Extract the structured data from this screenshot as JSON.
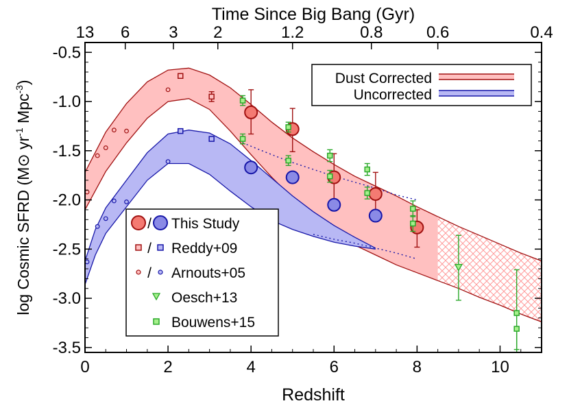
{
  "chart_data": {
    "type": "scatter",
    "top_axis_label": "Time Since Big Bang (Gyr)",
    "top_ticks": [
      {
        "label": "13",
        "z": 0.0
      },
      {
        "label": "6",
        "z": 0.97
      },
      {
        "label": "3",
        "z": 2.13
      },
      {
        "label": "2",
        "z": 3.2
      },
      {
        "label": "1.2",
        "z": 5.0
      },
      {
        "label": "0.8",
        "z": 6.9
      },
      {
        "label": "0.6",
        "z": 8.5
      },
      {
        "label": "0.4",
        "z": 11.0
      }
    ],
    "xlabel": "Redshift",
    "ylabel_parts": [
      "log Cosmic SFRD (M",
      "⊙",
      " yr",
      "-1",
      " Mpc",
      "-3",
      ")"
    ],
    "xlim": [
      0,
      11
    ],
    "ylim": [
      -3.55,
      -0.4
    ],
    "xticks": [
      0,
      2,
      4,
      6,
      8,
      10
    ],
    "xtick_labels": [
      "0",
      "2",
      "4",
      "6",
      "8",
      "10"
    ],
    "yticks": [
      -0.5,
      -1.0,
      -1.5,
      -2.0,
      -2.5,
      -3.0,
      -3.5
    ],
    "ytick_labels": [
      "-0.5",
      "-1.0",
      "-1.5",
      "-2.0",
      "-2.5",
      "-3.0",
      "-3.5"
    ],
    "colors": {
      "red_fill": "#ffc0c0",
      "red_line": "#a01010",
      "blue_fill": "#b8b8f4",
      "blue_line": "#1616a8",
      "green": "#2aa82a",
      "green_fill": "#a6f08c",
      "this_red_fill": "#f47a72",
      "this_blue_fill": "#8a8ae6",
      "hatch": "#ff9a9a"
    },
    "legend_top": {
      "entries": [
        {
          "label": "Dust Corrected",
          "color": "red"
        },
        {
          "label": "Uncorrected",
          "color": "blue"
        }
      ]
    },
    "legend_bottom": {
      "entries": [
        {
          "label": "This Study",
          "slash": "/"
        },
        {
          "label": "Reddy+09",
          "slash": "/"
        },
        {
          "label": "Arnouts+05",
          "slash": "/"
        },
        {
          "label": "Oesch+13",
          "slash": ""
        },
        {
          "label": "Bouwens+15",
          "slash": ""
        }
      ]
    },
    "bands": {
      "dust_corrected": {
        "x": [
          0,
          0.5,
          1,
          1.5,
          2,
          2.5,
          3,
          3.5,
          4,
          4.5,
          5,
          5.5,
          6,
          6.5,
          7,
          7.5,
          8,
          8.5
        ],
        "upper": [
          -1.72,
          -1.31,
          -1.02,
          -0.8,
          -0.68,
          -0.66,
          -0.73,
          -0.86,
          -1.03,
          -1.21,
          -1.37,
          -1.51,
          -1.64,
          -1.76,
          -1.86,
          -1.96,
          -2.07,
          -2.17
        ],
        "lower": [
          -2.1,
          -1.71,
          -1.42,
          -1.17,
          -1.0,
          -0.97,
          -1.08,
          -1.3,
          -1.54,
          -1.77,
          -1.98,
          -2.16,
          -2.33,
          -2.46,
          -2.56,
          -2.66,
          -2.74,
          -2.82
        ]
      },
      "extrapolation": {
        "x": [
          8.5,
          9,
          9.5,
          10,
          10.5,
          11
        ],
        "upper": [
          -2.17,
          -2.27,
          -2.36,
          -2.45,
          -2.54,
          -2.62
        ],
        "lower": [
          -2.82,
          -2.9,
          -2.99,
          -3.07,
          -3.16,
          -3.24
        ]
      },
      "uncorrected": {
        "x": [
          0,
          0.25,
          0.5,
          1,
          1.5,
          2,
          2.5,
          3,
          3.5,
          4,
          4.5,
          5,
          5.5,
          6,
          6.5,
          7
        ],
        "upper": [
          -2.62,
          -2.3,
          -2.08,
          -1.8,
          -1.52,
          -1.33,
          -1.29,
          -1.32,
          -1.43,
          -1.6,
          -1.78,
          -1.96,
          -2.12,
          -2.26,
          -2.38,
          -2.49
        ],
        "lower": [
          -2.86,
          -2.56,
          -2.34,
          -2.07,
          -1.8,
          -1.63,
          -1.63,
          -1.74,
          -1.91,
          -2.07,
          -2.21,
          -2.3,
          -2.37,
          -2.43,
          -2.47,
          -2.5
        ]
      },
      "dotted_line": {
        "x": [
          3.8,
          4.5,
          5,
          5.5,
          6,
          6.5,
          7,
          7.5,
          8
        ],
        "y": [
          -1.42,
          -1.54,
          -1.62,
          -1.69,
          -1.76,
          -1.82,
          -1.88,
          -1.95,
          -2.0
        ]
      },
      "dotted_line_low": {
        "x": [
          5.5,
          6,
          6.5,
          7,
          7.5,
          8
        ],
        "y": [
          -2.35,
          -2.4,
          -2.44,
          -2.49,
          -2.54,
          -2.6
        ]
      }
    },
    "series": [
      {
        "name": "This Study",
        "variant": "dust_corrected",
        "marker": "big-circle",
        "points": [
          {
            "x": 4.0,
            "y": -1.11,
            "yerr_lo": 0.22,
            "yerr_hi": 0.23
          },
          {
            "x": 5.0,
            "y": -1.28,
            "yerr_lo": 0.23,
            "yerr_hi": 0.21
          },
          {
            "x": 6.0,
            "y": -1.77,
            "yerr_lo": 0.22,
            "yerr_hi": 0.24
          },
          {
            "x": 7.0,
            "y": -1.94,
            "yerr_lo": 0.23,
            "yerr_hi": 0.22
          },
          {
            "x": 8.0,
            "y": -2.28,
            "yerr_lo": 0.2,
            "yerr_hi": 0.18
          }
        ]
      },
      {
        "name": "This Study",
        "variant": "uncorrected",
        "marker": "big-circle",
        "points": [
          {
            "x": 4.0,
            "y": -1.67,
            "yerr_lo": 0.0,
            "yerr_hi": 0.0
          },
          {
            "x": 5.0,
            "y": -1.77,
            "yerr_lo": 0.0,
            "yerr_hi": 0.0
          },
          {
            "x": 6.0,
            "y": -2.05,
            "yerr_lo": 0.03,
            "yerr_hi": 0.03
          },
          {
            "x": 7.0,
            "y": -2.16,
            "yerr_lo": 0.0,
            "yerr_hi": 0.0
          }
        ]
      },
      {
        "name": "Reddy+09",
        "variant": "dust_corrected",
        "marker": "square",
        "points": [
          {
            "x": 2.3,
            "y": -0.74,
            "yerr_lo": 0.0,
            "yerr_hi": 0.0
          },
          {
            "x": 3.05,
            "y": -0.95,
            "yerr_lo": 0.05,
            "yerr_hi": 0.05
          }
        ]
      },
      {
        "name": "Reddy+09",
        "variant": "uncorrected",
        "marker": "square",
        "points": [
          {
            "x": 2.3,
            "y": -1.3,
            "yerr_lo": 0.0,
            "yerr_hi": 0.0
          },
          {
            "x": 3.05,
            "y": -1.38,
            "yerr_lo": 0.02,
            "yerr_hi": 0.02
          }
        ]
      },
      {
        "name": "Arnouts+05",
        "variant": "dust_corrected",
        "marker": "small-circle",
        "points": [
          {
            "x": 0.05,
            "y": -1.92
          },
          {
            "x": 0.3,
            "y": -1.55
          },
          {
            "x": 0.5,
            "y": -1.47
          },
          {
            "x": 0.7,
            "y": -1.29
          },
          {
            "x": 1.0,
            "y": -1.3
          },
          {
            "x": 2.0,
            "y": -0.88
          }
        ]
      },
      {
        "name": "Arnouts+05",
        "variant": "uncorrected",
        "marker": "small-circle",
        "points": [
          {
            "x": 0.05,
            "y": -2.63
          },
          {
            "x": 0.3,
            "y": -2.27
          },
          {
            "x": 0.5,
            "y": -2.19
          },
          {
            "x": 0.7,
            "y": -2.01
          },
          {
            "x": 1.0,
            "y": -2.02
          },
          {
            "x": 2.0,
            "y": -1.61
          }
        ]
      },
      {
        "name": "Oesch+13",
        "variant": "green",
        "marker": "triangle-down",
        "points": [
          {
            "x": 9.0,
            "y": -2.69,
            "yerr_lo": 0.33,
            "yerr_hi": 0.33
          }
        ]
      },
      {
        "name": "Bouwens+15",
        "variant": "green",
        "marker": "square",
        "points": [
          {
            "x": 3.8,
            "y": -0.99,
            "yerr_lo": 0.05,
            "yerr_hi": 0.05
          },
          {
            "x": 3.8,
            "y": -1.38,
            "yerr_lo": 0.05,
            "yerr_hi": 0.05
          },
          {
            "x": 4.9,
            "y": -1.26,
            "yerr_lo": 0.05,
            "yerr_hi": 0.05
          },
          {
            "x": 4.9,
            "y": -1.6,
            "yerr_lo": 0.05,
            "yerr_hi": 0.05
          },
          {
            "x": 5.9,
            "y": -1.55,
            "yerr_lo": 0.06,
            "yerr_hi": 0.06
          },
          {
            "x": 5.9,
            "y": -1.76,
            "yerr_lo": 0.06,
            "yerr_hi": 0.06
          },
          {
            "x": 6.8,
            "y": -1.69,
            "yerr_lo": 0.06,
            "yerr_hi": 0.06
          },
          {
            "x": 6.8,
            "y": -1.93,
            "yerr_lo": 0.06,
            "yerr_hi": 0.06
          },
          {
            "x": 7.9,
            "y": -2.09,
            "yerr_lo": 0.08,
            "yerr_hi": 0.08
          },
          {
            "x": 7.9,
            "y": -2.24,
            "yerr_lo": 0.08,
            "yerr_hi": 0.08
          },
          {
            "x": 10.4,
            "y": -3.15,
            "yerr_lo": 0.37,
            "yerr_hi": 0.44
          },
          {
            "x": 10.4,
            "y": -3.31,
            "yerr_lo": 0.37,
            "yerr_hi": 0.0
          }
        ]
      }
    ]
  }
}
